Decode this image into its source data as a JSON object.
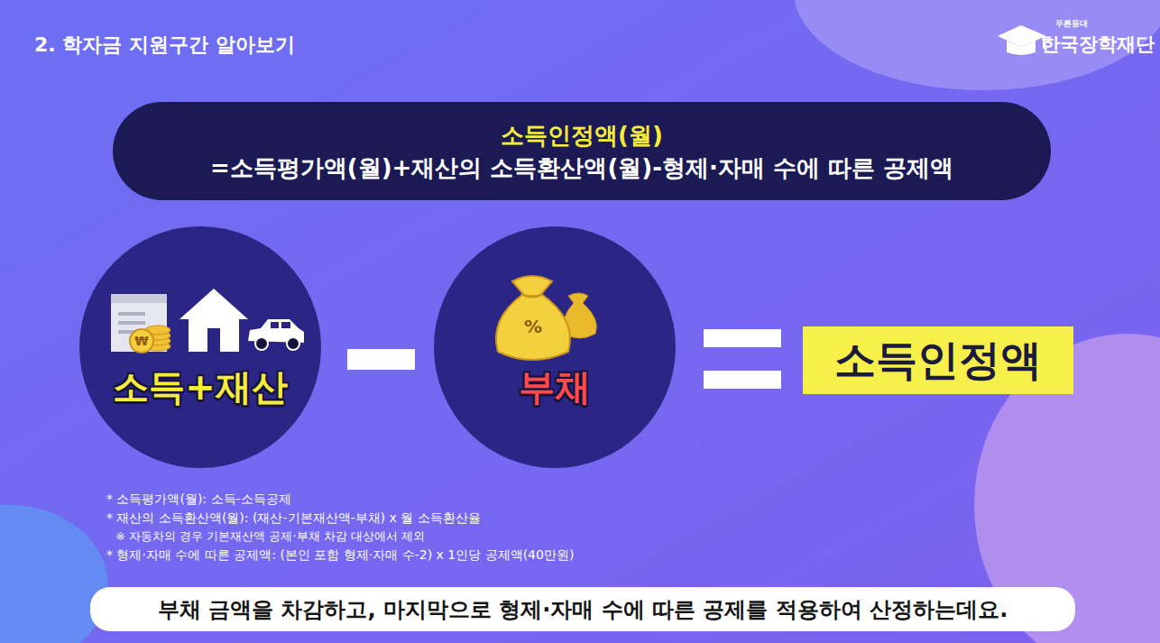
{
  "diagram": {
    "title": "2. 학자금 지원구간 알아보기",
    "caption": "부채 금액을 차감하고, 마지막으로 형제·자매 수에 따른 공제를 적용하여 산정하는데요.",
    "nodes": [
      {
        "text": [
          "소득인정액(월)",
          "=소득평가액(월)+재산의 소득환산액(월)-형제·자매 수에 따른 공제액"
        ]
      },
      {
        "text": [
          "소득+재산"
        ]
      },
      {
        "text": [
          "부채"
        ]
      },
      {
        "text": [
          "소득인정액"
        ]
      }
    ],
    "labels": [
      "푸른등대",
      "한국장학재단",
      "₩",
      "%",
      "* 소득평가액(월): 소득-소득공제",
      "* 재산의 소득환산액(월): (재산-기본재산액-부채) x 월 소득환산율",
      "※ 자동차의 경우 기본재산액 공제·부채 차감 대상에서 제외",
      "* 형제·자매 수에 따른 공제액: (본인 포함 형제·자매 수-2) x 1인당 공제액(40만원)"
    ]
  }
}
